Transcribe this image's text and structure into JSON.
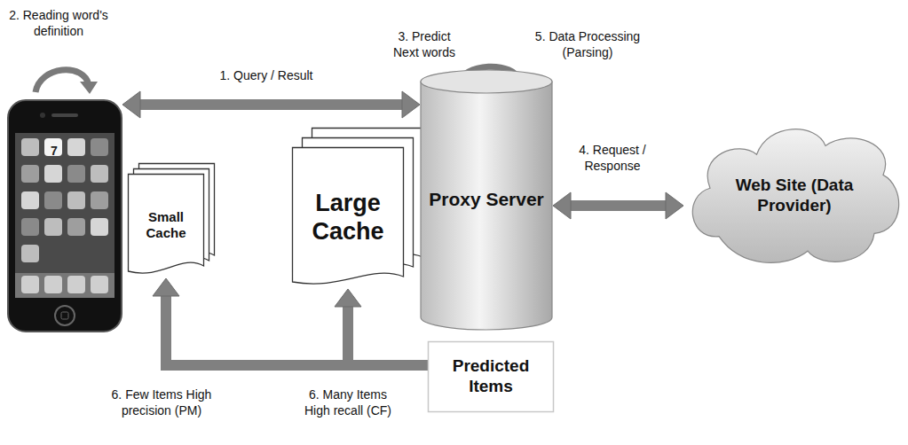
{
  "diagram": {
    "nodes": [
      {
        "text": [
          "7"
        ]
      },
      {
        "text": [
          "Small Cache"
        ]
      },
      {
        "text": [
          "Large Cache"
        ]
      },
      {
        "text": [
          "Proxy Server"
        ]
      },
      {
        "text": [
          "Web Site (Data Provider)"
        ]
      },
      {
        "text": [
          "Predicted Items"
        ]
      }
    ],
    "edges": [
      {
        "from": 0,
        "to": 3,
        "arrow": "both",
        "label": "1. Query / Result"
      },
      {
        "from": 3,
        "to": 4,
        "arrow": "both",
        "label": "4. Request / Response"
      },
      {
        "from": 5,
        "to": 1,
        "arrow": "to",
        "label": "6. Few Items High precision (PM)"
      },
      {
        "from": 5,
        "to": 2,
        "arrow": "to",
        "label": "6. Many Items High recall (CF)"
      }
    ],
    "labels": [
      "2. Reading word's definition",
      "3. Predict Next words",
      "5. Data Processing (Parsing)"
    ]
  }
}
